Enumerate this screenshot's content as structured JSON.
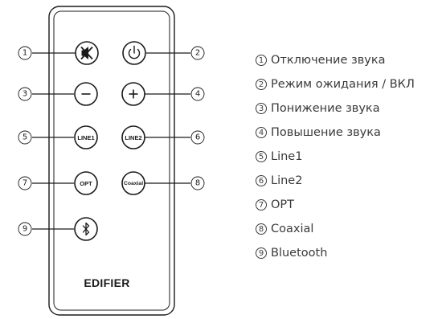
{
  "remote": {
    "brand": "EDIFIER",
    "buttons": [
      {
        "num": "1",
        "icon": "mute-icon",
        "label": ""
      },
      {
        "num": "2",
        "icon": "power-icon",
        "label": ""
      },
      {
        "num": "3",
        "icon": "minus-icon",
        "label": ""
      },
      {
        "num": "4",
        "icon": "plus-icon",
        "label": ""
      },
      {
        "num": "5",
        "icon": "",
        "label": "LINE1"
      },
      {
        "num": "6",
        "icon": "",
        "label": "LINE2"
      },
      {
        "num": "7",
        "icon": "",
        "label": "OPT"
      },
      {
        "num": "8",
        "icon": "",
        "label": "Coaxial"
      },
      {
        "num": "9",
        "icon": "bluetooth-icon",
        "label": ""
      }
    ]
  },
  "legend": [
    {
      "num": "1",
      "text": "Отключение звука"
    },
    {
      "num": "2",
      "text": "Режим ожидания / ВКЛ"
    },
    {
      "num": "3",
      "text": "Понижение звука"
    },
    {
      "num": "4",
      "text": "Повышение звука"
    },
    {
      "num": "5",
      "text": "Line1"
    },
    {
      "num": "6",
      "text": "Line2"
    },
    {
      "num": "7",
      "text": "OPT"
    },
    {
      "num": "8",
      "text": "Coaxial"
    },
    {
      "num": "9",
      "text": "Bluetooth"
    }
  ]
}
